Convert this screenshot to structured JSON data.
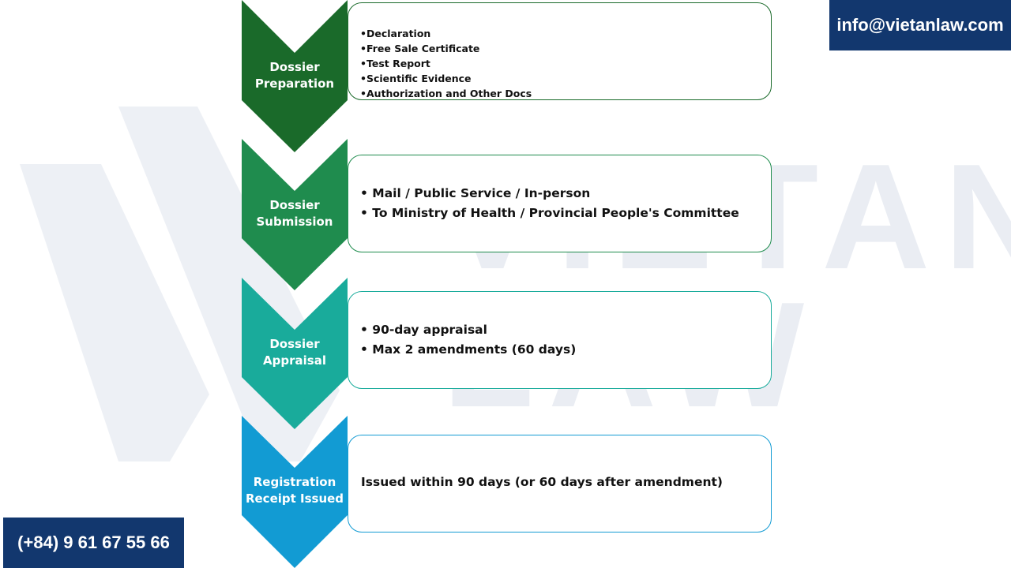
{
  "watermark": {
    "brand": "VIETAN",
    "sub": "LAW"
  },
  "contact": {
    "email": "info@vietanlaw.com",
    "phone": "(+84) 9 61 67 55 66"
  },
  "colors": {
    "step1": "#1a6a2a",
    "step2": "#1f8c4e",
    "step3": "#19ab9b",
    "step4": "#129bd3",
    "badge": "#12376e"
  },
  "steps": [
    {
      "label_line1": "Dossier",
      "label_line2": "Preparation",
      "items": [
        "•Declaration",
        "•Free Sale Certificate",
        "•Test Report",
        "•Scientific Evidence",
        "•Authorization and Other Docs"
      ]
    },
    {
      "label_line1": "Dossier",
      "label_line2": "Submission",
      "items": [
        "• Mail / Public Service / In-person",
        "• To Ministry of Health / Provincial People's Committee"
      ]
    },
    {
      "label_line1": "Dossier",
      "label_line2": "Appraisal",
      "items": [
        "• 90-day appraisal",
        "• Max 2 amendments (60 days)"
      ]
    },
    {
      "label_line1": "Registration",
      "label_line2": "Receipt Issued",
      "text": "Issued within 90 days (or 60 days after amendment)"
    }
  ]
}
